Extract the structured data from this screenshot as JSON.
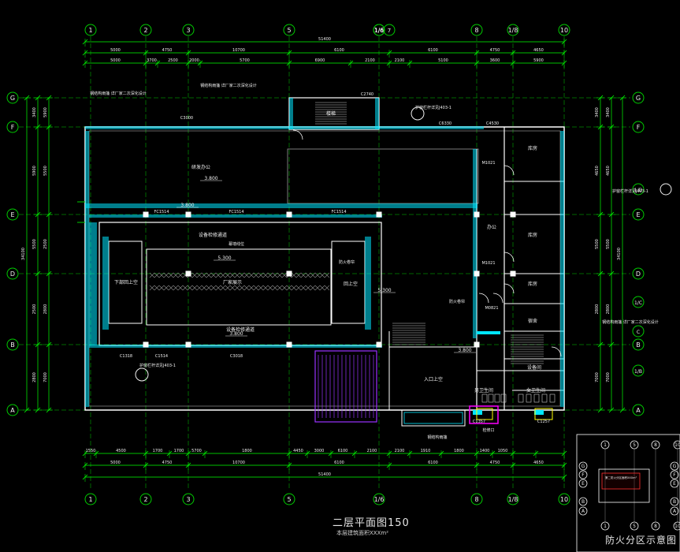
{
  "drawing": {
    "title": "二层平面图150",
    "subtitle": "本层建筑面积XXXm²",
    "fire_zone_title": "防火分区示意图",
    "total_width_label": "51400",
    "total_height_label": "34100"
  },
  "grid": {
    "columns": [
      "1",
      "2",
      "3",
      "5",
      "1/6",
      "7",
      "8",
      "1/8",
      "10"
    ],
    "rows": [
      "G",
      "F",
      "E",
      "D",
      "C",
      "B",
      "A"
    ],
    "minor_rows": [
      "1/C",
      "1/B"
    ]
  },
  "dimensions": {
    "top_overall": [
      "5000",
      "4750",
      "10700",
      "6100",
      "6100",
      "4750",
      "4650"
    ],
    "top_detail": [
      "5000",
      "3700",
      "2500",
      "2000",
      "5700",
      "6900",
      "2100",
      "2100",
      "5100",
      "3600",
      "5900"
    ],
    "bottom_overall": [
      "5000",
      "4750",
      "10700",
      "6100",
      "6100",
      "4750",
      "4650"
    ],
    "bottom_detail": [
      "1550",
      "4500",
      "1700",
      "1700",
      "5700",
      "1800",
      "4450",
      "3000",
      "6100",
      "2100",
      "2100",
      "1910",
      "1800",
      "1400",
      "1050"
    ],
    "left_side": [
      "3400",
      "5900",
      "5500",
      "2500",
      "2800",
      "7000"
    ],
    "right_side": [
      "3400",
      "4650",
      "5500",
      "2800",
      "7000"
    ]
  },
  "rooms": [
    {
      "id": "rd",
      "label": "研发办公"
    },
    {
      "id": "hall",
      "label": "厂家展示"
    },
    {
      "id": "corr1",
      "label": "设备检修通道"
    },
    {
      "id": "corr2",
      "label": "设备检修通道"
    },
    {
      "id": "lower",
      "label": "下部回上空"
    },
    {
      "id": "upper",
      "label": "回上空"
    },
    {
      "id": "entrance",
      "label": "入口上空"
    },
    {
      "id": "storage1",
      "label": "库房"
    },
    {
      "id": "storage2",
      "label": "库房"
    },
    {
      "id": "storage3",
      "label": "库房"
    },
    {
      "id": "office",
      "label": "办公"
    },
    {
      "id": "dormitory",
      "label": "宿舍"
    },
    {
      "id": "toilet_m",
      "label": "男卫生间"
    },
    {
      "id": "toilet_f",
      "label": "女卫生间"
    },
    {
      "id": "stair",
      "label": "楼梯"
    },
    {
      "id": "elev",
      "label": "设备间"
    }
  ],
  "levels": [
    "3.800",
    "5.300",
    "3.800",
    "5.300",
    "3.800",
    "3.800"
  ],
  "door_tags": [
    "C3000",
    "C2740",
    "FC1514",
    "FC1514",
    "FC1514",
    "C1318",
    "C1514",
    "C3018",
    "C1357",
    "M1021",
    "M1021",
    "M0821",
    "C1257",
    "C6330",
    "C4530"
  ],
  "annotations": [
    "钢结构雨篷 详厂家二次深化设计",
    "钢结构雨篷 详厂家二次深化设计",
    "护窗栏杆详见J403-1",
    "护窗栏杆详见J403-1",
    "护窗栏杆详见J403-1",
    "幕墙线位",
    "防火卷帘",
    "钢结构雨篷 详厂家二次深化设计",
    "防火卷帘",
    "检修口"
  ],
  "fire_zone": {
    "columns": [
      "1",
      "5",
      "8",
      "10"
    ],
    "rows": [
      "G",
      "F",
      "E",
      "B",
      "A"
    ],
    "legend": "第二防火分区面积XXXm²"
  },
  "colors": {
    "background": "#000000",
    "grid_axis": "#00cc00",
    "dimension": "#00ff00",
    "wall": "#ffffff",
    "glass": "#00e5ff",
    "stair": "#c8c8c8",
    "text": "#f0f0f0",
    "magenta": "#ff00ff",
    "yellow": "#ffff00",
    "red": "#ff3030",
    "purple": "#9933ff"
  }
}
